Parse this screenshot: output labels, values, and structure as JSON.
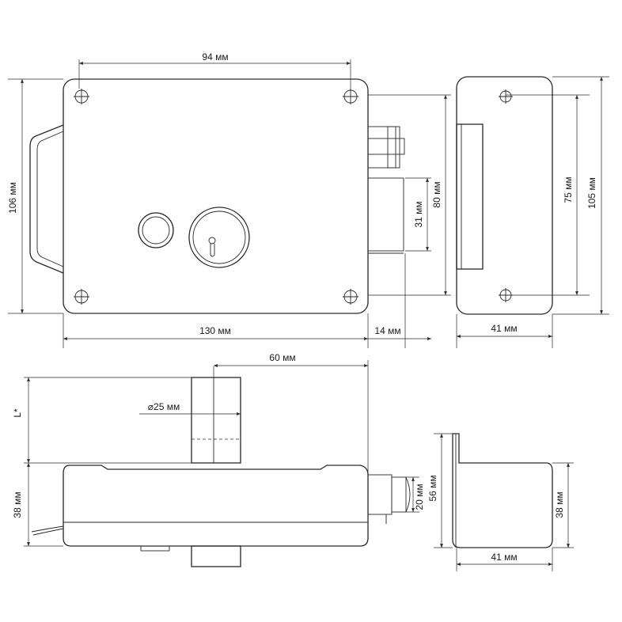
{
  "front_view": {
    "width_label": "130 мм",
    "height_label": "106 мм",
    "hole_spacing_label": "94 мм",
    "bolt_projection_label": "14 мм",
    "strike_height_label": "80 мм",
    "bolt_height_label": "31 мм"
  },
  "side_view": {
    "depth_label": "41 мм",
    "height_label": "105 мм",
    "hole_spacing_label": "75 мм"
  },
  "top_view": {
    "cylinder_offset_label": "60 мм",
    "cylinder_diameter_label": "⌀25 мм",
    "cylinder_length_label": "L*",
    "body_depth_label": "38 мм",
    "bolt_width_label": "20 мм"
  },
  "strike_view": {
    "height_label": "56 мм",
    "inner_height_label": "38 мм",
    "depth_label": "41 мм"
  }
}
